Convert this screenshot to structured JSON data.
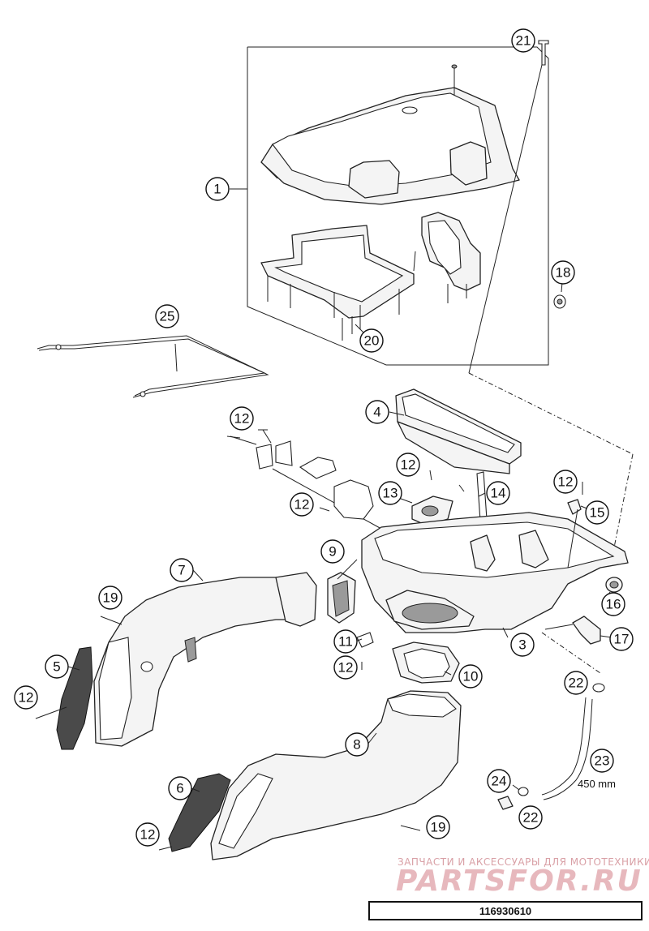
{
  "diagram": {
    "callouts": [
      "1",
      "3",
      "4",
      "5",
      "6",
      "7",
      "8",
      "9",
      "10",
      "11",
      "12",
      "13",
      "14",
      "15",
      "16",
      "17",
      "18",
      "19",
      "20",
      "21",
      "22",
      "23",
      "24",
      "25"
    ],
    "hose_length": "450 mm"
  },
  "watermark": {
    "tagline": "ЗАПЧАСТИ И АКСЕССУАРЫ ДЛЯ МОТОТЕХНИКИ",
    "logo": "PARTSFOR.RU"
  },
  "reference_number": "116930610"
}
